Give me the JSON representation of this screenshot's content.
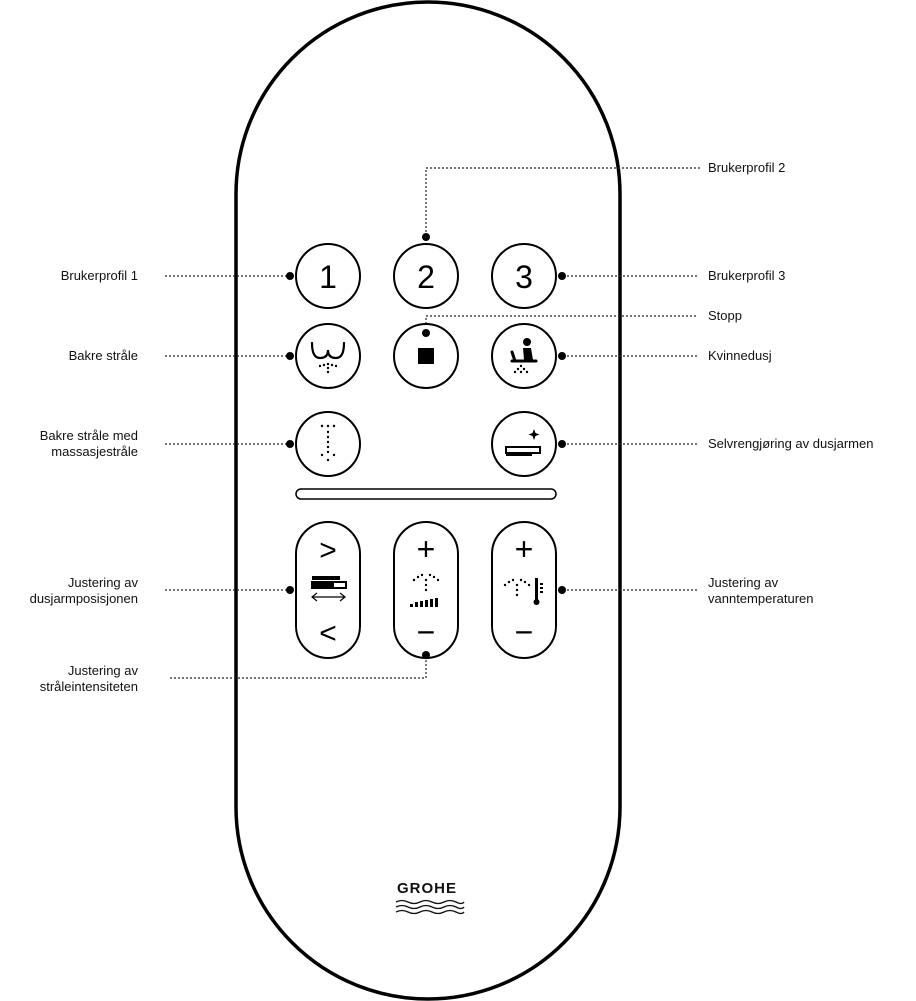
{
  "labels": {
    "profile1": "Brukerprofil 1",
    "profile2": "Brukerprofil 2",
    "profile3": "Brukerprofil 3",
    "stop": "Stopp",
    "rear_jet": "Bakre stråle",
    "lady_shower": "Kvinnedusj",
    "rear_massage_line1": "Bakre stråle med",
    "rear_massage_line2": "massasjestråle",
    "self_clean": "Selvrengjøring av dusjarmen",
    "arm_position_line1": "Justering av",
    "arm_position_line2": "dusjarmposisjonen",
    "water_temp_line1": "Justering av",
    "water_temp_line2": "vanntemperaturen",
    "jet_intensity_line1": "Justering av",
    "jet_intensity_line2": "stråleintensiteten"
  },
  "buttons": {
    "profile1": "1",
    "profile2": "2",
    "profile3": "3",
    "forward": ">",
    "backward": "<",
    "plus": "+",
    "minus": "−"
  },
  "icons": {
    "rear_jet": "rear-jet-icon",
    "stop": "stop-icon",
    "lady_shower": "lady-shower-icon",
    "rear_massage": "massage-jet-icon",
    "self_clean": "self-clean-icon",
    "arm_position": "shower-arm-position-icon",
    "intensity": "spray-intensity-icon",
    "temperature": "thermometer-icon"
  },
  "logo": "GROHE",
  "colors": {
    "stroke": "#000000",
    "background": "#ffffff",
    "text": "#111111"
  }
}
